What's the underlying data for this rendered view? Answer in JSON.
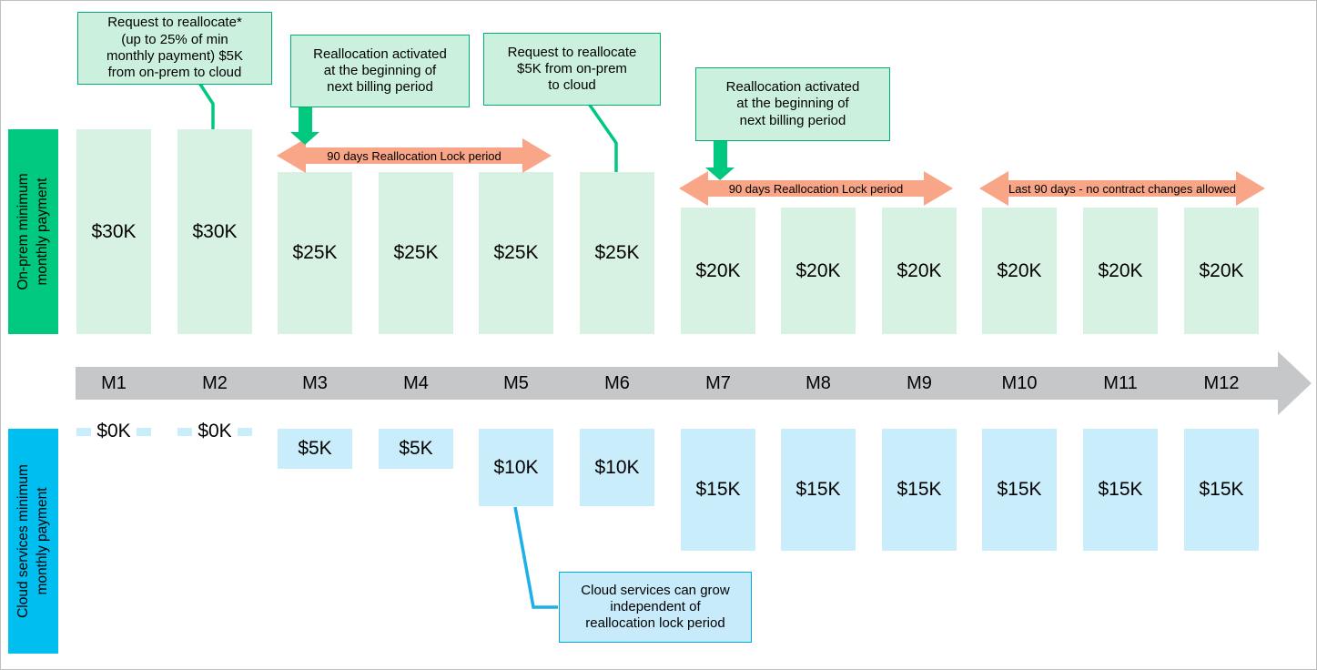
{
  "side_labels": {
    "onprem": "On-prem minimum\nmonthly payment",
    "cloud": "Cloud services minimum\nmonthly payment"
  },
  "months": [
    "M1",
    "M2",
    "M3",
    "M4",
    "M5",
    "M6",
    "M7",
    "M8",
    "M9",
    "M10",
    "M11",
    "M12"
  ],
  "onprem_values": [
    "$30K",
    "$30K",
    "$25K",
    "$25K",
    "$25K",
    "$25K",
    "$20K",
    "$20K",
    "$20K",
    "$20K",
    "$20K",
    "$20K"
  ],
  "cloud_values": [
    "$0K",
    "$0K",
    "$5K",
    "$5K",
    "$10K",
    "$10K",
    "$15K",
    "$15K",
    "$15K",
    "$15K",
    "$15K",
    "$15K"
  ],
  "callouts": {
    "reallocate_1": "Request to reallocate*\n(up to 25% of min\nmonthly payment) $5K\nfrom on-prem to cloud",
    "activation_1": "Reallocation activated\nat the beginning of\nnext billing period",
    "reallocate_2": "Request to reallocate\n$5K from on-prem\nto cloud",
    "activation_2": "Reallocation activated\nat the beginning of\nnext billing period",
    "cloud_growth": "Cloud services can grow\nindependent of\nreallocation lock period"
  },
  "lock_arrows": {
    "lock_1": "90 days Reallocation Lock period",
    "lock_2": "90 days Reallocation Lock period",
    "last_90": "Last 90 days - no contract changes allowed"
  },
  "colors": {
    "green": "#00C87E",
    "green_light": "#D7F2E3",
    "green_pale": "#CBF1DE",
    "green_border": "#00AE74",
    "cyan": "#00BFF0",
    "cyan_light": "#C9EDFB",
    "cyan_pale": "#C7EBFA",
    "cyan_border": "#00A9E0",
    "cyan_line": "#1CB0E8",
    "orange": "#F8A687",
    "gray_band": "#C6C7C9"
  },
  "chart_data": {
    "type": "bar",
    "categories": [
      "M1",
      "M2",
      "M3",
      "M4",
      "M5",
      "M6",
      "M7",
      "M8",
      "M9",
      "M10",
      "M11",
      "M12"
    ],
    "series": [
      {
        "name": "On-prem minimum monthly payment ($K)",
        "values": [
          30,
          30,
          25,
          25,
          25,
          25,
          20,
          20,
          20,
          20,
          20,
          20
        ]
      },
      {
        "name": "Cloud services minimum monthly payment ($K)",
        "values": [
          0,
          0,
          5,
          5,
          10,
          10,
          15,
          15,
          15,
          15,
          15,
          15
        ]
      }
    ],
    "ylabel": "Minimum monthly payment ($K)",
    "annotations": [
      "90 days Reallocation Lock period (M3-M5)",
      "90 days Reallocation Lock period (M7-M9)",
      "Last 90 days - no contract changes allowed (M10-M12)"
    ]
  }
}
